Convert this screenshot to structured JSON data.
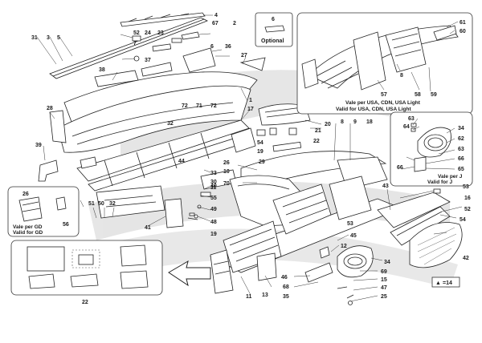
{
  "diagram": {
    "legend_symbol": "▲",
    "legend_text": "=14",
    "optional_label": "Optional",
    "optional_part": "6",
    "usa_note": [
      "Vale per USA, CDN, USA Light",
      "Valid for USA, CDN, USA Light"
    ],
    "j_note": [
      "Vale per J",
      "Valid for J"
    ],
    "gd_note": [
      "Vale per GD",
      "Valid for GD"
    ],
    "callouts": {
      "c4": "4",
      "c67": "67",
      "c2": "2",
      "c31": "31",
      "c3": "3",
      "c5": "5",
      "c52a": "52",
      "c24": "24",
      "c23": "23",
      "c7": "7",
      "c6a": "6",
      "c36": "36",
      "c27": "27",
      "c37": "37",
      "c38": "38",
      "c1": "1",
      "c28": "28",
      "c72a": "72",
      "c71": "71",
      "c72b": "72",
      "c17": "17",
      "c20": "20",
      "c8a": "8",
      "c9": "9",
      "c18": "18",
      "c32": "32",
      "c54": "54",
      "c21": "21",
      "c19a": "19",
      "c22a": "22",
      "c29": "29",
      "c39": "39",
      "c44": "44",
      "c33": "33",
      "c26a": "26",
      "c30": "30",
      "c10": "10",
      "c70": "70",
      "c11a": "11",
      "c40": "40",
      "c55": "55",
      "c49": "49",
      "c48": "48",
      "c19b": "19",
      "c41": "41",
      "c51": "51",
      "c50": "50",
      "c32b": "32",
      "c26b": "26",
      "c56": "56",
      "c43": "43",
      "c53a": "53",
      "c16": "16",
      "c53b": "53",
      "c52b": "52",
      "c54b": "54",
      "c42": "42",
      "c45": "45",
      "c12": "12",
      "c46": "46",
      "c68": "68",
      "c35": "35",
      "c13": "13",
      "c11b": "11",
      "c22b": "22",
      "c34a": "34",
      "c69": "69",
      "c15": "15",
      "c47": "47",
      "c25": "25",
      "c61": "61",
      "c60": "60",
      "c57": "57",
      "c8b": "8",
      "c58": "58",
      "c59": "59",
      "c63a": "63",
      "c64": "64",
      "c34b": "34",
      "c62": "62",
      "c63b": "63",
      "c66a": "66",
      "c66b": "66",
      "c65": "65"
    }
  }
}
